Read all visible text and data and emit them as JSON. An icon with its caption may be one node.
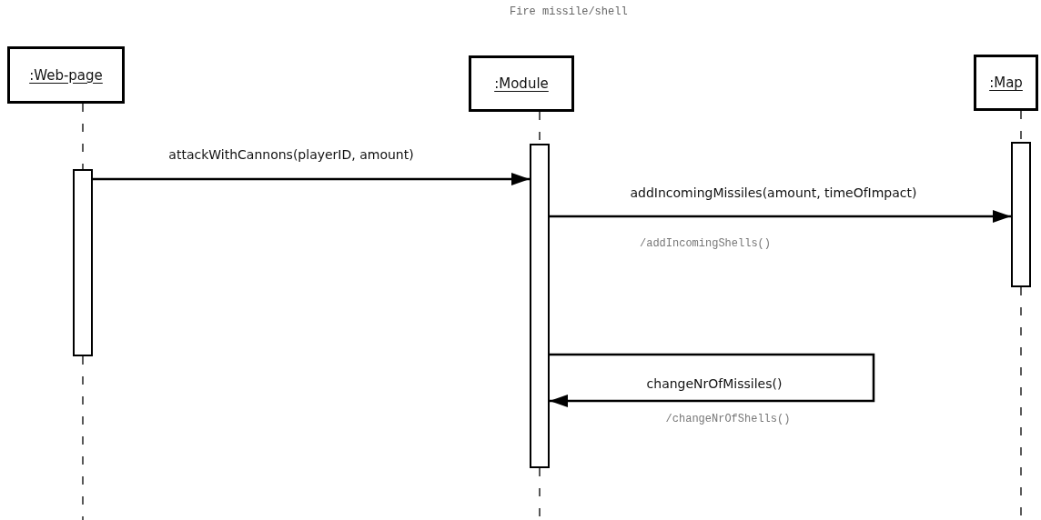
{
  "diagram": {
    "title": "Fire missile/shell",
    "nodes": [
      {
        "text": [
          ":Web-page"
        ]
      },
      {
        "text": [
          ":Module"
        ]
      },
      {
        "text": [
          ":Map"
        ]
      },
      {
        "text": [],
        "shape": "bar"
      },
      {
        "text": [],
        "shape": "bar"
      },
      {
        "text": [],
        "shape": "bar"
      }
    ],
    "edges": [
      {
        "from": 0,
        "to": 3,
        "arrow": "none",
        "style": "dashed"
      },
      {
        "from": 3,
        "to": null,
        "arrow": "none",
        "style": "dashed"
      },
      {
        "from": 1,
        "to": 4,
        "arrow": "none",
        "style": "dashed"
      },
      {
        "from": 4,
        "to": null,
        "arrow": "none",
        "style": "dashed"
      },
      {
        "from": 2,
        "to": 5,
        "arrow": "none",
        "style": "dashed"
      },
      {
        "from": 5,
        "to": null,
        "arrow": "none",
        "style": "dashed"
      },
      {
        "from": 3,
        "to": 4,
        "arrow": "to",
        "label": "attackWithCannons(playerID, amount)"
      },
      {
        "from": 4,
        "to": 5,
        "arrow": "to",
        "label": "addIncomingMissiles(amount, timeOfImpact)"
      },
      {
        "from": 4,
        "to": 4,
        "arrow": "to",
        "label": "changeNrOfMissiles()"
      }
    ],
    "labels": [
      "/addIncomingShells()",
      "/changeNrOfShells()"
    ]
  }
}
